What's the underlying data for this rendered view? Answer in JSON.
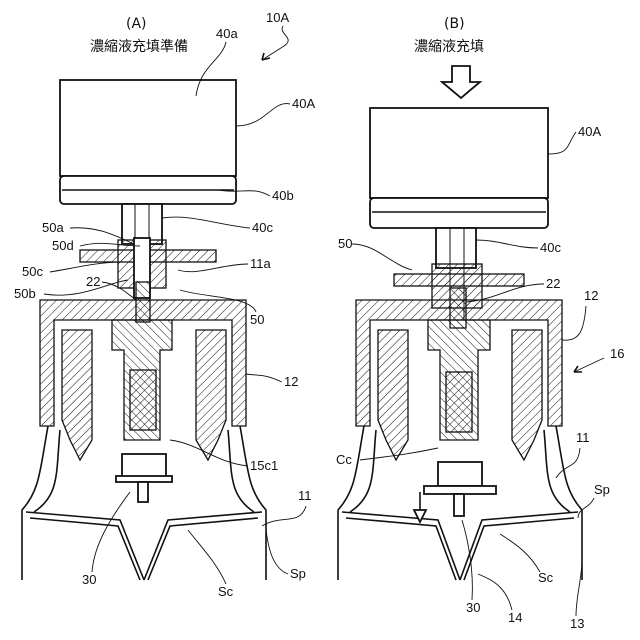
{
  "figure_id": "10A",
  "panels": [
    {
      "tag": "(A)",
      "caption": "濃縮液充填準備"
    },
    {
      "tag": "(B)",
      "caption": "濃縮液充填"
    }
  ],
  "labels": {
    "l40a": "40a",
    "l40A_a": "40A",
    "l40b": "40b",
    "l50a": "50a",
    "l40c_a": "40c",
    "l50d": "50d",
    "l11a": "11a",
    "l50c": "50c",
    "l22_a": "22",
    "l50b": "50b",
    "l50_a": "50",
    "l12_a": "12",
    "l15c1": "15c1",
    "l11_a": "11",
    "l30_a": "30",
    "lSc_a": "Sc",
    "lSp_a": "Sp",
    "l40A_b": "40A",
    "l50_b": "50",
    "l40c_b": "40c",
    "l22_b": "22",
    "l12_b": "12",
    "l16": "16",
    "l11_b": "11",
    "lCc": "Cc",
    "lSp_b": "Sp",
    "l30_b": "30",
    "lSc_b": "Sc",
    "l14": "14",
    "l13": "13"
  }
}
